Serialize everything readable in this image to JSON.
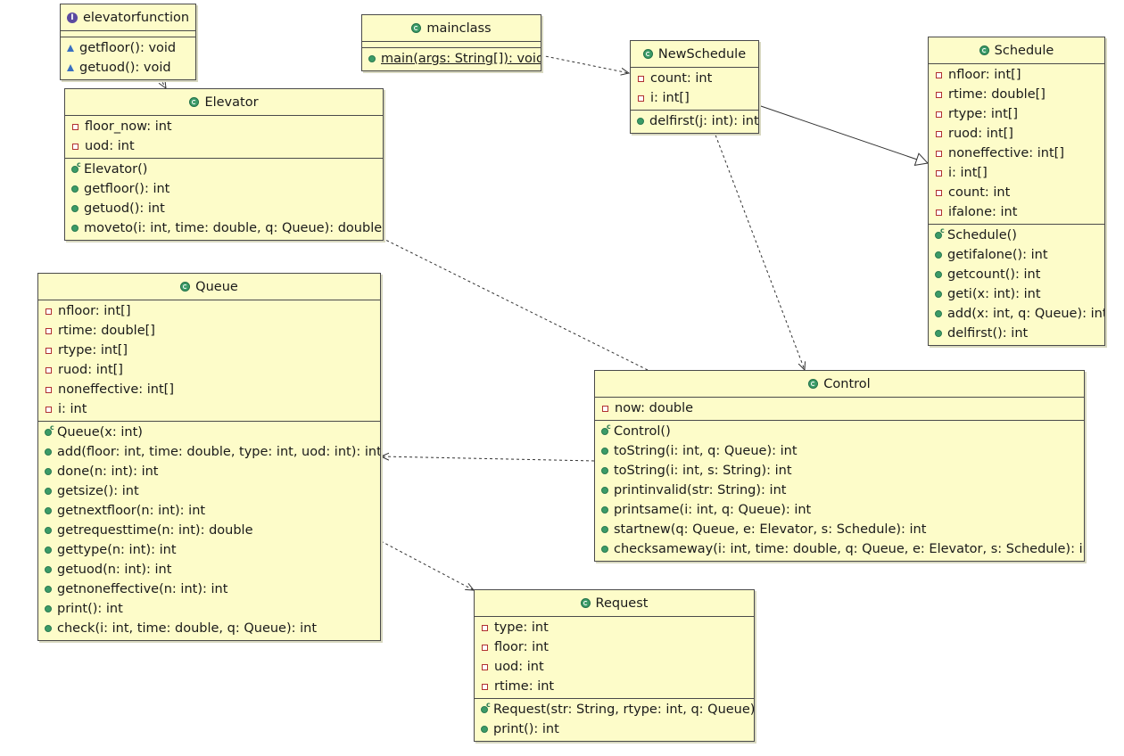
{
  "classes": {
    "elevatorfunction": {
      "name": "elevatorfunction",
      "kind": "interface",
      "fields": [],
      "methods": [
        {
          "vis": "abstract",
          "text": "getfloor(): void"
        },
        {
          "vis": "abstract",
          "text": "getuod(): void"
        }
      ]
    },
    "mainclass": {
      "name": "mainclass",
      "kind": "class",
      "fields": [],
      "methods": [
        {
          "vis": "public",
          "text": "main(args: String[]): void",
          "static": true
        }
      ]
    },
    "newschedule": {
      "name": "NewSchedule",
      "kind": "class",
      "fields": [
        {
          "vis": "private",
          "text": "count: int"
        },
        {
          "vis": "private",
          "text": "i: int[]"
        }
      ],
      "methods": [
        {
          "vis": "public",
          "text": "delfirst(j: int): int"
        }
      ]
    },
    "schedule": {
      "name": "Schedule",
      "kind": "class",
      "fields": [
        {
          "vis": "private",
          "text": "nfloor: int[]"
        },
        {
          "vis": "private",
          "text": "rtime: double[]"
        },
        {
          "vis": "private",
          "text": "rtype: int[]"
        },
        {
          "vis": "private",
          "text": "ruod: int[]"
        },
        {
          "vis": "private",
          "text": "noneffective: int[]"
        },
        {
          "vis": "private",
          "text": "i: int[]"
        },
        {
          "vis": "private",
          "text": "count: int"
        },
        {
          "vis": "private",
          "text": "ifalone: int"
        }
      ],
      "methods": [
        {
          "vis": "constructor",
          "text": "Schedule()"
        },
        {
          "vis": "public",
          "text": "getifalone(): int"
        },
        {
          "vis": "public",
          "text": "getcount(): int"
        },
        {
          "vis": "public",
          "text": "geti(x: int): int"
        },
        {
          "vis": "public",
          "text": "add(x: int, q: Queue): int"
        },
        {
          "vis": "public",
          "text": "delfirst(): int"
        }
      ]
    },
    "elevator": {
      "name": "Elevator",
      "kind": "class",
      "fields": [
        {
          "vis": "private",
          "text": "floor_now: int"
        },
        {
          "vis": "private",
          "text": "uod: int"
        }
      ],
      "methods": [
        {
          "vis": "constructor",
          "text": "Elevator()"
        },
        {
          "vis": "public",
          "text": "getfloor(): int"
        },
        {
          "vis": "public",
          "text": "getuod(): int"
        },
        {
          "vis": "public",
          "text": "moveto(i: int, time: double, q: Queue): double"
        }
      ]
    },
    "queue": {
      "name": "Queue",
      "kind": "class",
      "fields": [
        {
          "vis": "private",
          "text": "nfloor: int[]"
        },
        {
          "vis": "private",
          "text": "rtime: double[]"
        },
        {
          "vis": "private",
          "text": "rtype: int[]"
        },
        {
          "vis": "private",
          "text": "ruod: int[]"
        },
        {
          "vis": "private",
          "text": "noneffective: int[]"
        },
        {
          "vis": "private",
          "text": "i: int"
        }
      ],
      "methods": [
        {
          "vis": "constructor",
          "text": "Queue(x: int)"
        },
        {
          "vis": "public",
          "text": "add(floor: int, time: double, type: int, uod: int): int"
        },
        {
          "vis": "public",
          "text": "done(n: int): int"
        },
        {
          "vis": "public",
          "text": "getsize(): int"
        },
        {
          "vis": "public",
          "text": "getnextfloor(n: int): int"
        },
        {
          "vis": "public",
          "text": "getrequesttime(n: int): double"
        },
        {
          "vis": "public",
          "text": "gettype(n: int): int"
        },
        {
          "vis": "public",
          "text": "getuod(n: int): int"
        },
        {
          "vis": "public",
          "text": "getnoneffective(n: int): int"
        },
        {
          "vis": "public",
          "text": "print(): int"
        },
        {
          "vis": "public",
          "text": "check(i: int, time: double, q: Queue): int"
        }
      ]
    },
    "control": {
      "name": "Control",
      "kind": "class",
      "fields": [
        {
          "vis": "private",
          "text": "now: double"
        }
      ],
      "methods": [
        {
          "vis": "constructor",
          "text": "Control()"
        },
        {
          "vis": "public",
          "text": "toString(i: int, q: Queue): int"
        },
        {
          "vis": "public",
          "text": "toString(i: int, s: String): int"
        },
        {
          "vis": "public",
          "text": "printinvalid(str: String): int"
        },
        {
          "vis": "public",
          "text": "printsame(i: int, q: Queue): int"
        },
        {
          "vis": "public",
          "text": "startnew(q: Queue, e: Elevator, s: Schedule): int"
        },
        {
          "vis": "public",
          "text": "checksameway(i: int, time: double, q: Queue, e: Elevator, s: Schedule): int"
        }
      ]
    },
    "request": {
      "name": "Request",
      "kind": "class",
      "fields": [
        {
          "vis": "private",
          "text": "type: int"
        },
        {
          "vis": "private",
          "text": "floor: int"
        },
        {
          "vis": "private",
          "text": "uod: int"
        },
        {
          "vis": "private",
          "text": "rtime: int"
        }
      ],
      "methods": [
        {
          "vis": "constructor",
          "text": "Request(str: String, rtype: int, q: Queue)"
        },
        {
          "vis": "public",
          "text": "print(): int"
        }
      ]
    }
  },
  "relations": [
    {
      "from": "elevatorfunction",
      "to": "elevator",
      "type": "dependency"
    },
    {
      "from": "mainclass",
      "to": "newschedule",
      "type": "dependency"
    },
    {
      "from": "newschedule",
      "to": "schedule",
      "type": "generalization"
    },
    {
      "from": "newschedule",
      "to": "control",
      "type": "dependency"
    },
    {
      "from": "control",
      "to": "elevator",
      "type": "dependency"
    },
    {
      "from": "control",
      "to": "queue",
      "type": "dependency"
    },
    {
      "from": "queue",
      "to": "request",
      "type": "dependency"
    }
  ],
  "colors": {
    "class_fill": "#fdfcc9",
    "border": "#4a4a4a",
    "line": "#333333",
    "class_icon": "#3b9b67",
    "interface_icon": "#5b4aa0",
    "private_icon": "#b03030",
    "abstract_icon": "#3a6fc0"
  }
}
